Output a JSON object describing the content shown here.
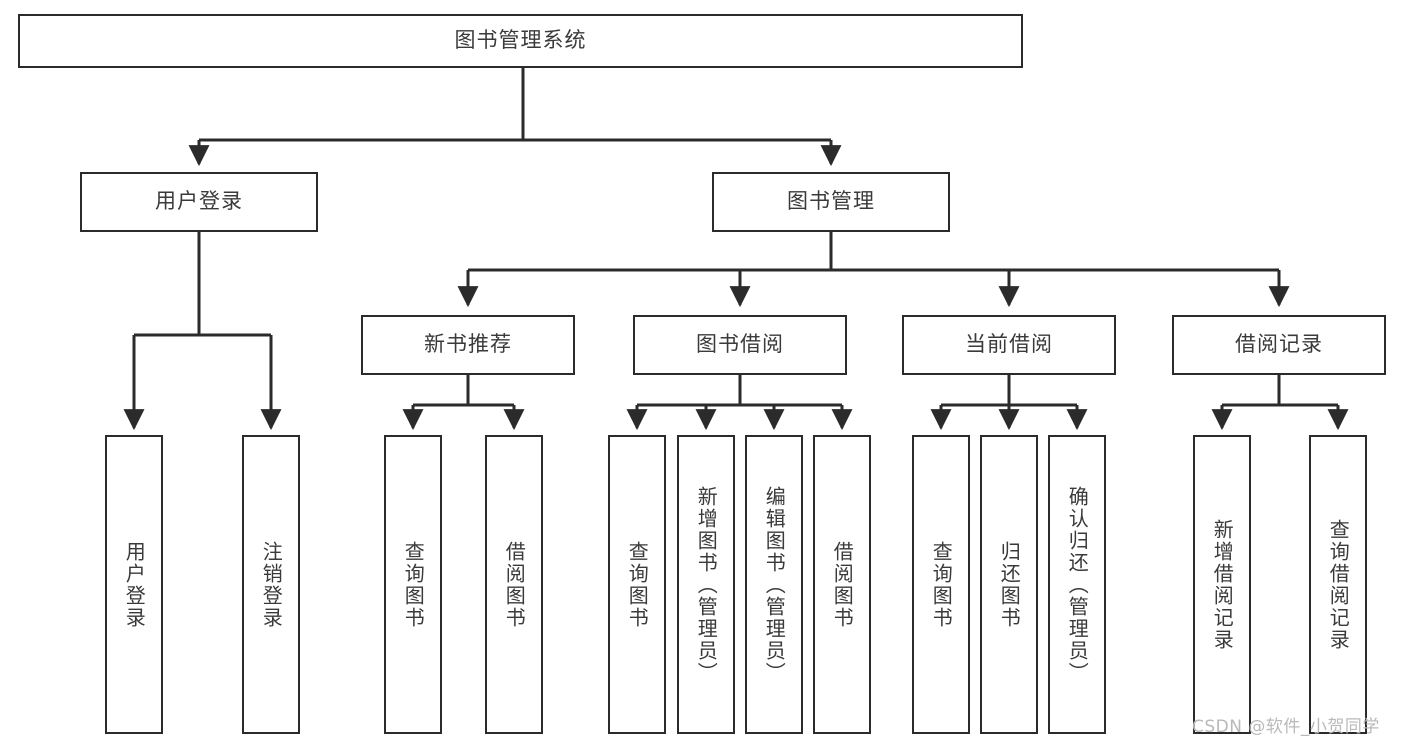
{
  "diagram": {
    "title": "图书管理系统",
    "watermark": "CSDN @软件_小贺同学",
    "line_color": "#2b2b2b",
    "box_fill": "#ffffff",
    "text_color": "#3a3a3a",
    "background": "#ffffff"
  },
  "levels": {
    "root": {
      "label": "图书管理系统"
    },
    "level2": [
      {
        "label": "用户登录"
      },
      {
        "label": "图书管理"
      }
    ],
    "level3": [
      {
        "label": "新书推荐"
      },
      {
        "label": "图书借阅"
      },
      {
        "label": "当前借阅"
      },
      {
        "label": "借阅记录"
      }
    ],
    "leaves": {
      "user_login": [
        {
          "label": "用户登录"
        },
        {
          "label": "注销登录"
        }
      ],
      "new_book_recommend": [
        {
          "label": "查询图书"
        },
        {
          "label": "借阅图书"
        }
      ],
      "book_borrow": [
        {
          "label": "查询图书"
        },
        {
          "label": "新增图书（管理员）"
        },
        {
          "label": "编辑图书（管理员）"
        },
        {
          "label": "借阅图书"
        }
      ],
      "current_borrow": [
        {
          "label": "查询图书"
        },
        {
          "label": "归还图书"
        },
        {
          "label": "确认归还（管理员）"
        }
      ],
      "borrow_record": [
        {
          "label": "新增借阅记录"
        },
        {
          "label": "查询借阅记录"
        }
      ]
    }
  }
}
